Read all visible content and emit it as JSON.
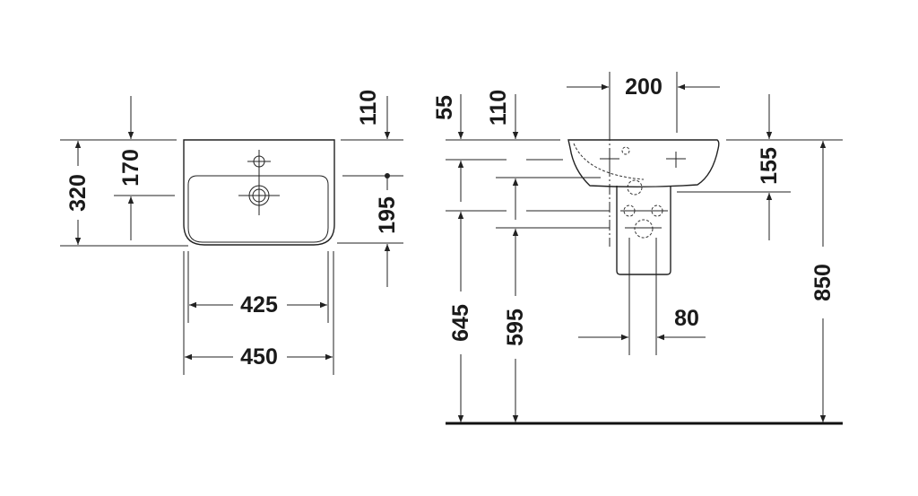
{
  "drawing": {
    "top_view": {
      "dims": {
        "overall_depth": "320",
        "tap_to_drain": "170",
        "tap_offset": "110",
        "bowl_depth": "195",
        "bowl_width": "425",
        "overall_width": "450"
      }
    },
    "side_view": {
      "dims": {
        "rim_offset": "55",
        "tap_offset": "110",
        "hole_spacing": "200",
        "basin_height": "155",
        "height_645": "645",
        "height_595": "595",
        "pedestal_gap": "80",
        "rim_height": "850"
      }
    }
  },
  "colors": {
    "line": "#222222",
    "background": "#ffffff"
  }
}
